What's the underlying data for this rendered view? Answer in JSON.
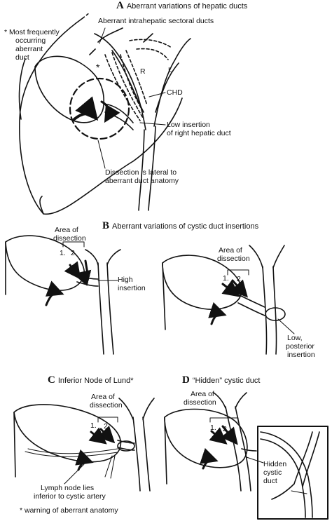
{
  "panels": {
    "a": {
      "letter": "A",
      "title": "Aberrant variations of hepatic ducts",
      "label_sectoral": "Aberrant intrahepatic sectoral ducts",
      "note_line1": "*  Most frequently",
      "note_line2": "occurring",
      "note_line3": "aberrant",
      "note_line4": "duct",
      "star": "*",
      "label_r": "R",
      "label_l": "L",
      "label_chd": "CHD",
      "label_low1": "Low insertion",
      "label_low2": "of right hepatic duct",
      "label_dissect1": "Dissection is lateral to",
      "label_dissect2": "aberrant duct anatomy"
    },
    "b": {
      "letter": "B",
      "title": "Aberrant variations of cystic duct insertions",
      "left_area1": "Area of",
      "left_area2": "dissection",
      "left_n1": "1.",
      "left_n2": "2.",
      "high1": "High",
      "high2": "insertion",
      "right_area1": "Area of",
      "right_area2": "dissection",
      "right_n1": "1.",
      "right_n2": "2.",
      "low1": "Low,",
      "low2": "posterior",
      "low3": "insertion"
    },
    "c": {
      "letter": "C",
      "title": "Inferior Node of Lund*",
      "area1": "Area of",
      "area2": "dissection",
      "n1": "1.",
      "n2": "2.",
      "lymph1": "Lymph node lies",
      "lymph2": "inferior to cystic artery",
      "warning": "* warning of aberrant anatomy"
    },
    "d": {
      "letter": "D",
      "title": "“Hidden” cystic duct",
      "area1": "Area of",
      "area2": "dissection",
      "n1": "1.",
      "n2": "2",
      "hidden1": "Hidden",
      "hidden2": "cystic",
      "hidden3": "duct"
    }
  }
}
